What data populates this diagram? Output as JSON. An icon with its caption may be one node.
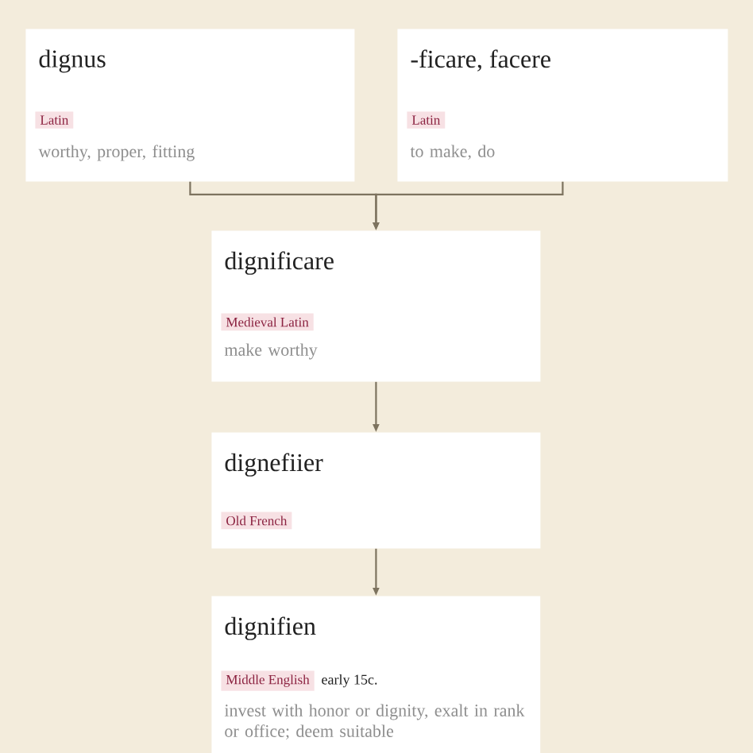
{
  "diagram": {
    "nodes": [
      {
        "text": [
          "dignus",
          "worthy, proper, fitting"
        ]
      },
      {
        "text": [
          "Latin"
        ],
        "in": 0
      },
      {
        "text": [
          "-ficare, facere",
          "to make, do"
        ]
      },
      {
        "text": [
          "Latin"
        ],
        "in": 2
      },
      {
        "text": [
          "dignificare",
          "make worthy"
        ]
      },
      {
        "text": [
          "Medieval Latin"
        ],
        "in": 4
      },
      {
        "text": [
          "dignefiier"
        ]
      },
      {
        "text": [
          "Old French"
        ],
        "in": 6
      },
      {
        "text": [
          "dignifien",
          "invest with honor or dignity, exalt in rank or office; deem suitable"
        ]
      },
      {
        "text": [
          "Middle English"
        ],
        "in": 8,
        "beside": [
          "early 15c."
        ]
      }
    ],
    "edges": [
      {
        "from": 0,
        "to": 4,
        "arrow": "to"
      },
      {
        "from": 2,
        "to": 4,
        "arrow": "to"
      },
      {
        "from": 4,
        "to": 6,
        "arrow": "to"
      },
      {
        "from": 6,
        "to": 8,
        "arrow": "to"
      }
    ]
  }
}
